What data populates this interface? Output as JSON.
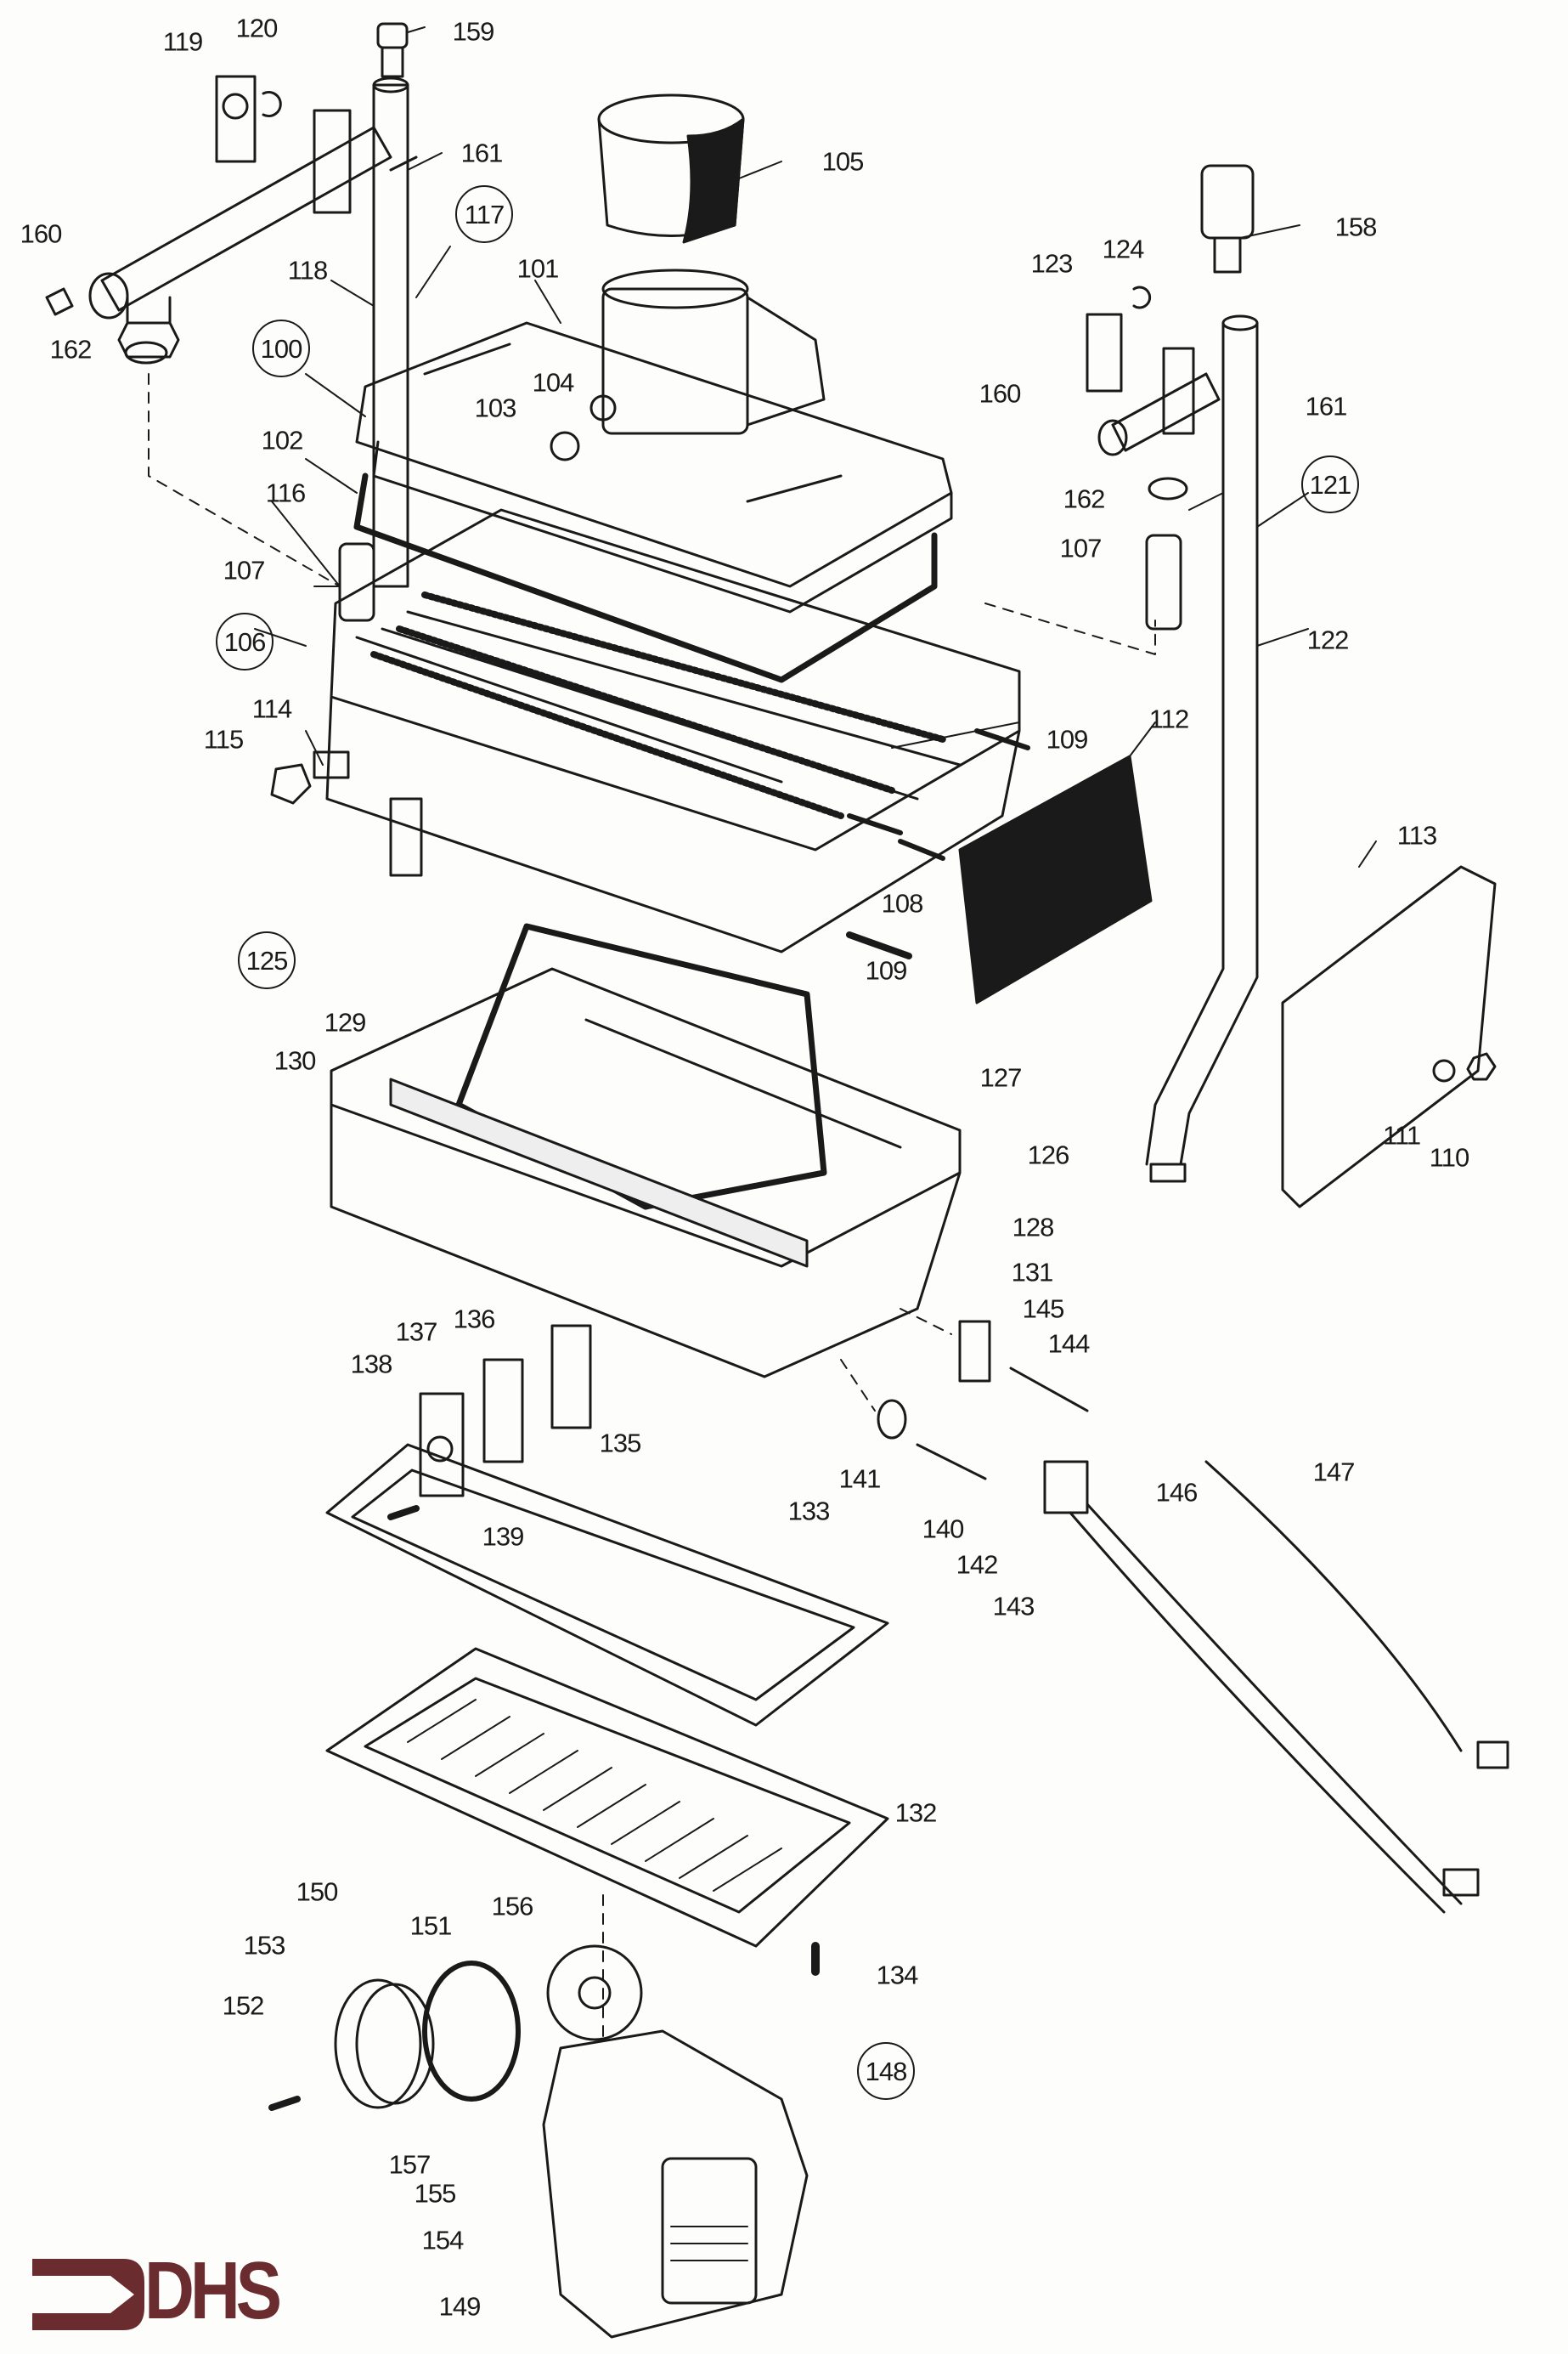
{
  "diagram": {
    "type": "exploded parts diagram",
    "subject": "gas boiler combustion assembly (heat exchanger, burner, fan)",
    "brand_logo": {
      "text": "DHS",
      "icon": "arrow-right-bracket-icon",
      "color": "#6a2c2e"
    },
    "circled_assembly_labels": [
      "100",
      "106",
      "117",
      "121",
      "125",
      "148"
    ],
    "labels": {
      "l100": "100",
      "l101": "101",
      "l102": "102",
      "l103": "103",
      "l104": "104",
      "l105": "105",
      "l106": "106",
      "l107a": "107",
      "l107b": "107",
      "l108": "108",
      "l109a": "109",
      "l109b": "109",
      "l110": "110",
      "l111": "111",
      "l112": "112",
      "l113": "113",
      "l114": "114",
      "l115": "115",
      "l116": "116",
      "l117": "117",
      "l118": "118",
      "l119": "119",
      "l120": "120",
      "l121": "121",
      "l122": "122",
      "l123": "123",
      "l124": "124",
      "l125": "125",
      "l126": "126",
      "l127": "127",
      "l128": "128",
      "l129": "129",
      "l130": "130",
      "l131": "131",
      "l132": "132",
      "l133": "133",
      "l134": "134",
      "l135": "135",
      "l136": "136",
      "l137": "137",
      "l138": "138",
      "l139": "139",
      "l140": "140",
      "l141": "141",
      "l142": "142",
      "l143": "143",
      "l144": "144",
      "l145": "145",
      "l146": "146",
      "l147": "147",
      "l148": "148",
      "l149": "149",
      "l150": "150",
      "l151": "151",
      "l152": "152",
      "l153": "153",
      "l154": "154",
      "l155": "155",
      "l156": "156",
      "l157": "157",
      "l158": "158",
      "l159": "159",
      "l160a": "160",
      "l160b": "160",
      "l161a": "161",
      "l161b": "161",
      "l162a": "162",
      "l162b": "162"
    }
  }
}
